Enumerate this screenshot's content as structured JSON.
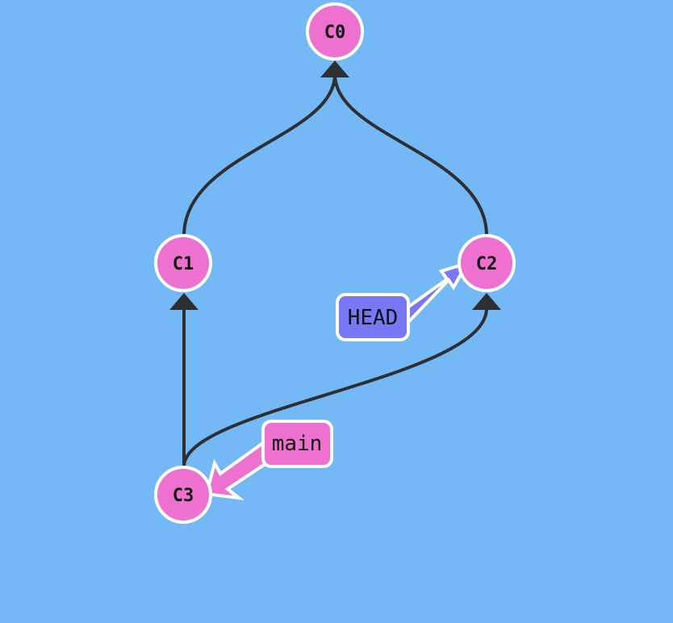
{
  "colors": {
    "background": "#74b8f5",
    "commit_fill": "#ee70cf",
    "commit_stroke": "#ffffff",
    "edge": "#2d2f33",
    "head_fill": "#7878f4",
    "branch_fill": "#ee70cf"
  },
  "commits": [
    {
      "id": "c0",
      "label": "C0"
    },
    {
      "id": "c1",
      "label": "C1"
    },
    {
      "id": "c2",
      "label": "C2"
    },
    {
      "id": "c3",
      "label": "C3"
    }
  ],
  "edges": [
    {
      "from": "C1",
      "to": "C0"
    },
    {
      "from": "C2",
      "to": "C0"
    },
    {
      "from": "C3",
      "to": "C1"
    },
    {
      "from": "C3",
      "to": "C2"
    }
  ],
  "refs": {
    "head": {
      "label": "HEAD",
      "points_to": "C2"
    },
    "main": {
      "label": "main",
      "points_to": "C3"
    }
  }
}
